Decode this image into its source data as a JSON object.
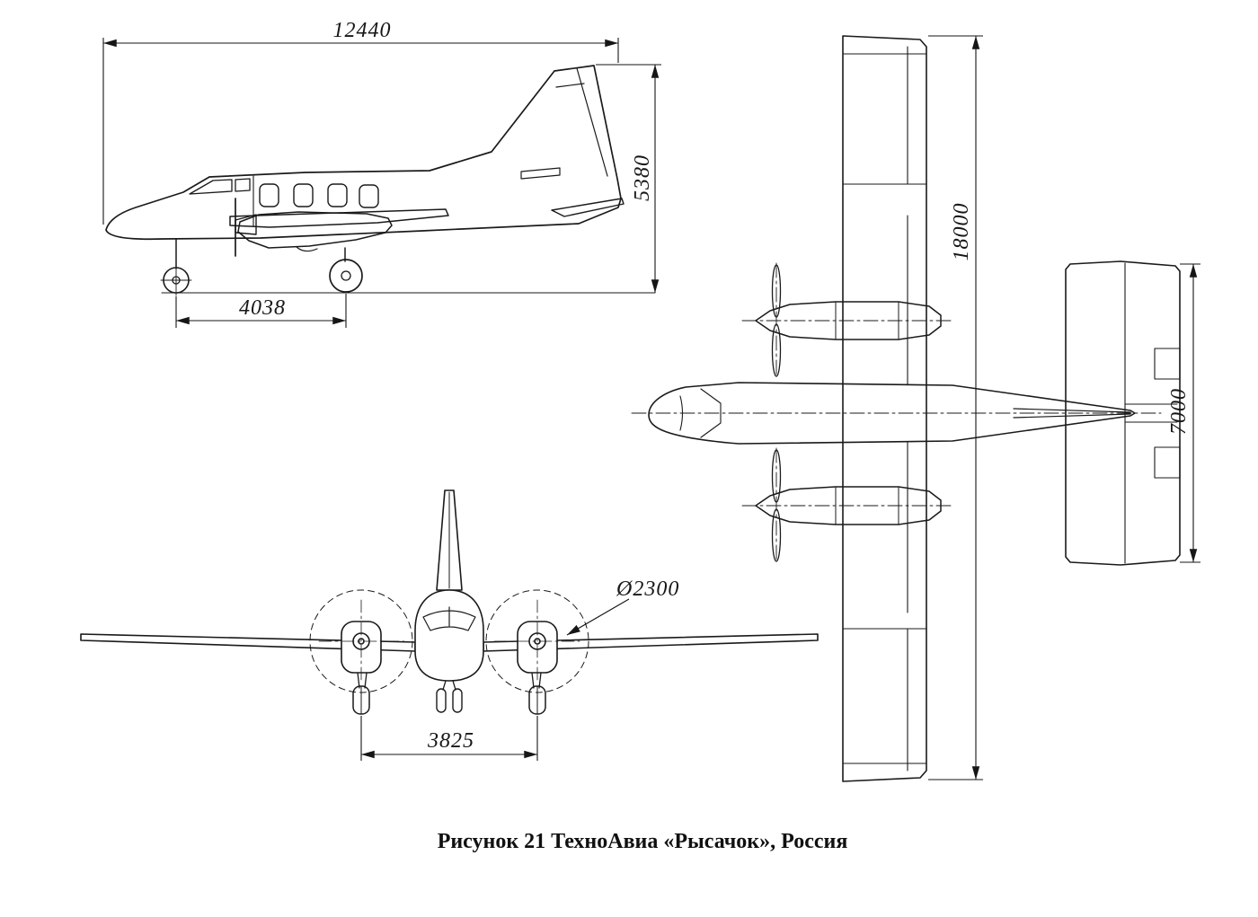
{
  "figure": {
    "caption": "Рисунок 21 ТехноАвиа «Рысачок», Россия"
  },
  "dimensions": {
    "length_mm": "12440",
    "height_mm": "5380",
    "wheelbase_mm": "4038",
    "wingspan_mm": "18000",
    "stabilizer_span_mm": "7000",
    "propeller_diameter": "Ø2300",
    "track_mm": "3825"
  }
}
